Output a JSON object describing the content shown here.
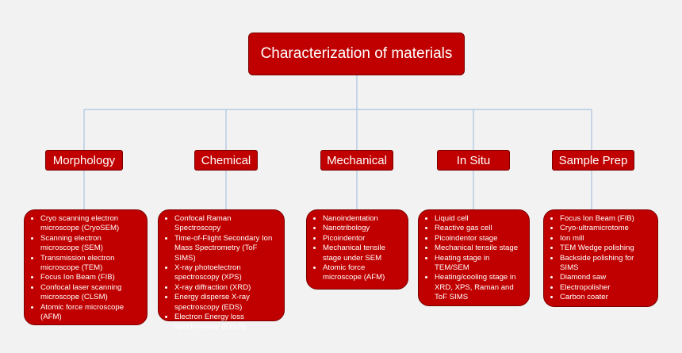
{
  "root": {
    "title": "Characterization of materials"
  },
  "categories": [
    {
      "label": "Morphology",
      "items": [
        "Cryo scanning electron microscope (CryoSEM)",
        "Scanning electron microscope (SEM)",
        "Transmission electron microscope (TEM)",
        "Focus Ion Beam (FIB)",
        "Confocal laser scanning microscope (CLSM)",
        "Atomic force microscope (AFM)"
      ]
    },
    {
      "label": "Chemical",
      "items": [
        "Confocal Raman Spectroscopy",
        "Time-of-Flight Secondary Ion Mass Spectrometry (ToF SIMS)",
        "X-ray photoelectron spectroscopy (XPS)",
        "X-ray diffraction (XRD)",
        "Energy disperse X-ray spectroscopy (EDS)",
        "Electron Energy loss spectroscopy (EELS)"
      ]
    },
    {
      "label": "Mechanical",
      "items": [
        "Nanoindentation",
        "Nanotribology",
        "Picoindentor",
        "Mechanical tensile stage under SEM",
        "Atomic force microscope (AFM)"
      ]
    },
    {
      "label": "In Situ",
      "items": [
        "Liquid cell",
        "Reactive gas cell",
        "Picoindentor stage",
        "Mechanical tensile stage",
        "Heating stage in TEM/SEM",
        "Heating/cooling stage in XRD, XPS, Raman and ToF SIMS"
      ]
    },
    {
      "label": "Sample Prep",
      "items": [
        "Focus Ion Beam (FIB)",
        "Cryo-ultramicrotome",
        "Ion mill",
        "TEM Wedge polishing",
        "Backside polishing for SIMS",
        "Diamond saw",
        "Electropolisher",
        "Carbon coater"
      ]
    }
  ],
  "colors": {
    "box_fill": "#c00000",
    "connector": "#a9c4e0",
    "background": "#f2f2f2"
  }
}
